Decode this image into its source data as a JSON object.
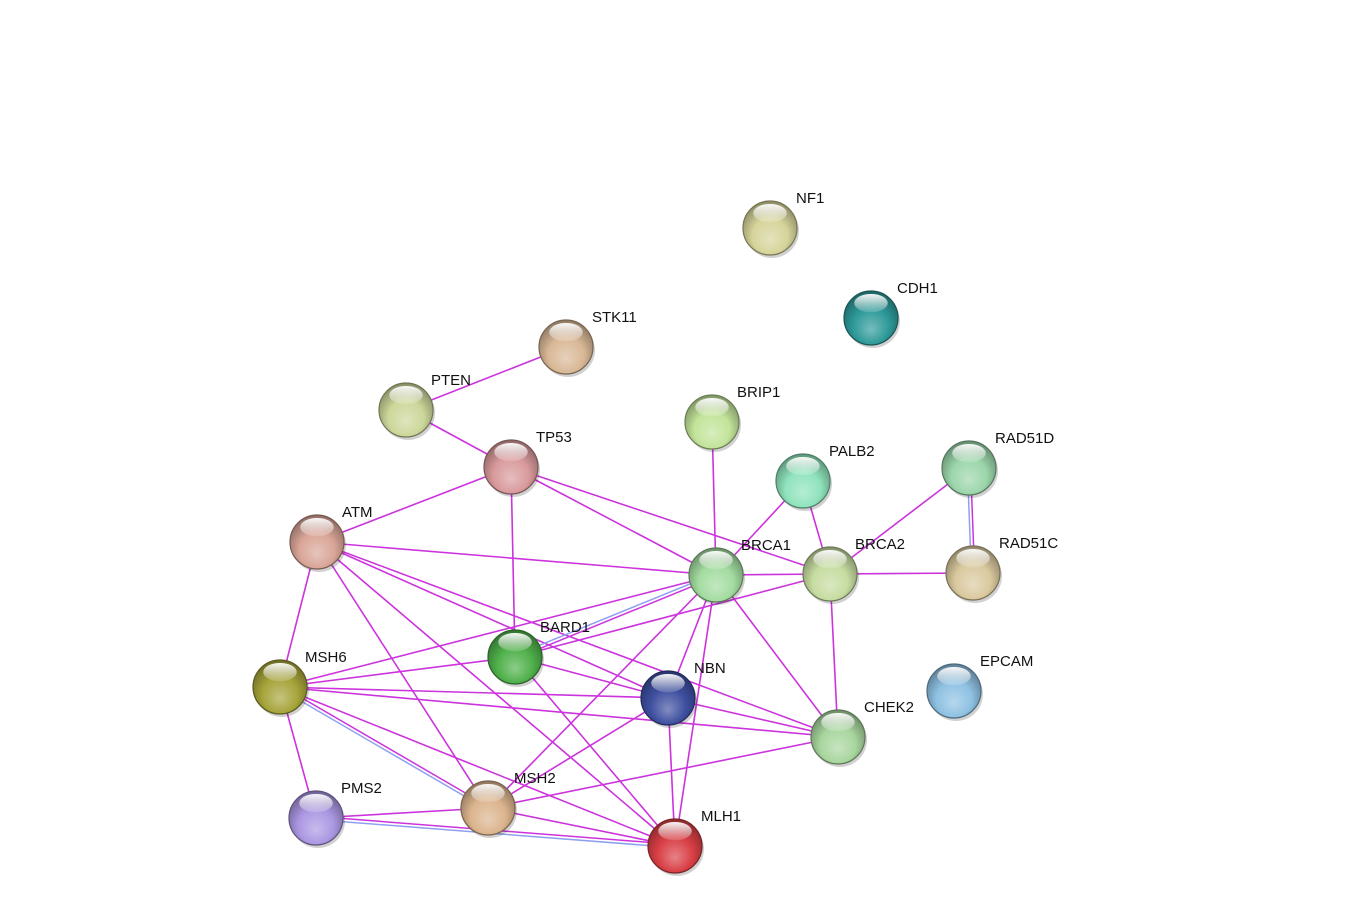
{
  "nodes": [
    {
      "id": "NF1",
      "label": "NF1",
      "color": "#d6d49a"
    },
    {
      "id": "CDH1",
      "label": "CDH1",
      "color": "#2e9a99"
    },
    {
      "id": "STK11",
      "label": "STK11",
      "color": "#d9b896"
    },
    {
      "id": "PTEN",
      "label": "PTEN",
      "color": "#ccd79a"
    },
    {
      "id": "BRIP1",
      "label": "BRIP1",
      "color": "#c2e49a"
    },
    {
      "id": "TP53",
      "label": "TP53",
      "color": "#d99a9c"
    },
    {
      "id": "PALB2",
      "label": "PALB2",
      "color": "#8fe3bc"
    },
    {
      "id": "RAD51D",
      "label": "RAD51D",
      "color": "#9bd6aa"
    },
    {
      "id": "ATM",
      "label": "ATM",
      "color": "#d9a597"
    },
    {
      "id": "BRCA1",
      "label": "BRCA1",
      "color": "#a3dca0"
    },
    {
      "id": "BRCA2",
      "label": "BRCA2",
      "color": "#c6dca0"
    },
    {
      "id": "RAD51C",
      "label": "RAD51C",
      "color": "#dac99e"
    },
    {
      "id": "BARD1",
      "label": "BARD1",
      "color": "#4fb04a"
    },
    {
      "id": "MSH6",
      "label": "MSH6",
      "color": "#a6a43a"
    },
    {
      "id": "NBN",
      "label": "NBN",
      "color": "#3e4fa0"
    },
    {
      "id": "EPCAM",
      "label": "EPCAM",
      "color": "#8ec1e2"
    },
    {
      "id": "CHEK2",
      "label": "CHEK2",
      "color": "#a8d69e"
    },
    {
      "id": "MSH2",
      "label": "MSH2",
      "color": "#dbb48d"
    },
    {
      "id": "PMS2",
      "label": "PMS2",
      "color": "#ab97e2"
    },
    {
      "id": "MLH1",
      "label": "MLH1",
      "color": "#d83f45"
    }
  ],
  "edge_colors": {
    "primary": "#cc33dd",
    "secondary": "#8f9ff0"
  },
  "edges": [
    {
      "source": "PTEN",
      "target": "STK11"
    },
    {
      "source": "PTEN",
      "target": "TP53"
    },
    {
      "source": "TP53",
      "target": "ATM"
    },
    {
      "source": "TP53",
      "target": "BARD1"
    },
    {
      "source": "TP53",
      "target": "BRCA1"
    },
    {
      "source": "TP53",
      "target": "BRCA2"
    },
    {
      "source": "BRIP1",
      "target": "BRCA1"
    },
    {
      "source": "PALB2",
      "target": "BRCA1"
    },
    {
      "source": "PALB2",
      "target": "BRCA2"
    },
    {
      "source": "RAD51D",
      "target": "BRCA2"
    },
    {
      "source": "RAD51D",
      "target": "RAD51C",
      "double": true
    },
    {
      "source": "BRCA2",
      "target": "RAD51C"
    },
    {
      "source": "BRCA1",
      "target": "BRCA2"
    },
    {
      "source": "ATM",
      "target": "BRCA1"
    },
    {
      "source": "ATM",
      "target": "NBN"
    },
    {
      "source": "ATM",
      "target": "CHEK2"
    },
    {
      "source": "ATM",
      "target": "MSH6"
    },
    {
      "source": "ATM",
      "target": "MSH2"
    },
    {
      "source": "ATM",
      "target": "MLH1"
    },
    {
      "source": "BRCA1",
      "target": "BARD1",
      "double": true
    },
    {
      "source": "BRCA1",
      "target": "NBN"
    },
    {
      "source": "BRCA1",
      "target": "CHEK2"
    },
    {
      "source": "BRCA1",
      "target": "MSH6"
    },
    {
      "source": "BRCA1",
      "target": "MSH2"
    },
    {
      "source": "BRCA1",
      "target": "MLH1"
    },
    {
      "source": "BRCA2",
      "target": "CHEK2"
    },
    {
      "source": "BRCA2",
      "target": "BARD1"
    },
    {
      "source": "BARD1",
      "target": "MSH6"
    },
    {
      "source": "BARD1",
      "target": "NBN"
    },
    {
      "source": "BARD1",
      "target": "MLH1"
    },
    {
      "source": "MSH6",
      "target": "NBN"
    },
    {
      "source": "MSH6",
      "target": "PMS2"
    },
    {
      "source": "MSH6",
      "target": "MSH2",
      "double": true
    },
    {
      "source": "MSH6",
      "target": "MLH1"
    },
    {
      "source": "MSH6",
      "target": "CHEK2"
    },
    {
      "source": "NBN",
      "target": "CHEK2"
    },
    {
      "source": "NBN",
      "target": "MLH1"
    },
    {
      "source": "NBN",
      "target": "MSH2"
    },
    {
      "source": "MSH2",
      "target": "CHEK2"
    },
    {
      "source": "MSH2",
      "target": "MLH1"
    },
    {
      "source": "PMS2",
      "target": "MSH2"
    },
    {
      "source": "PMS2",
      "target": "MLH1",
      "double": true
    }
  ]
}
